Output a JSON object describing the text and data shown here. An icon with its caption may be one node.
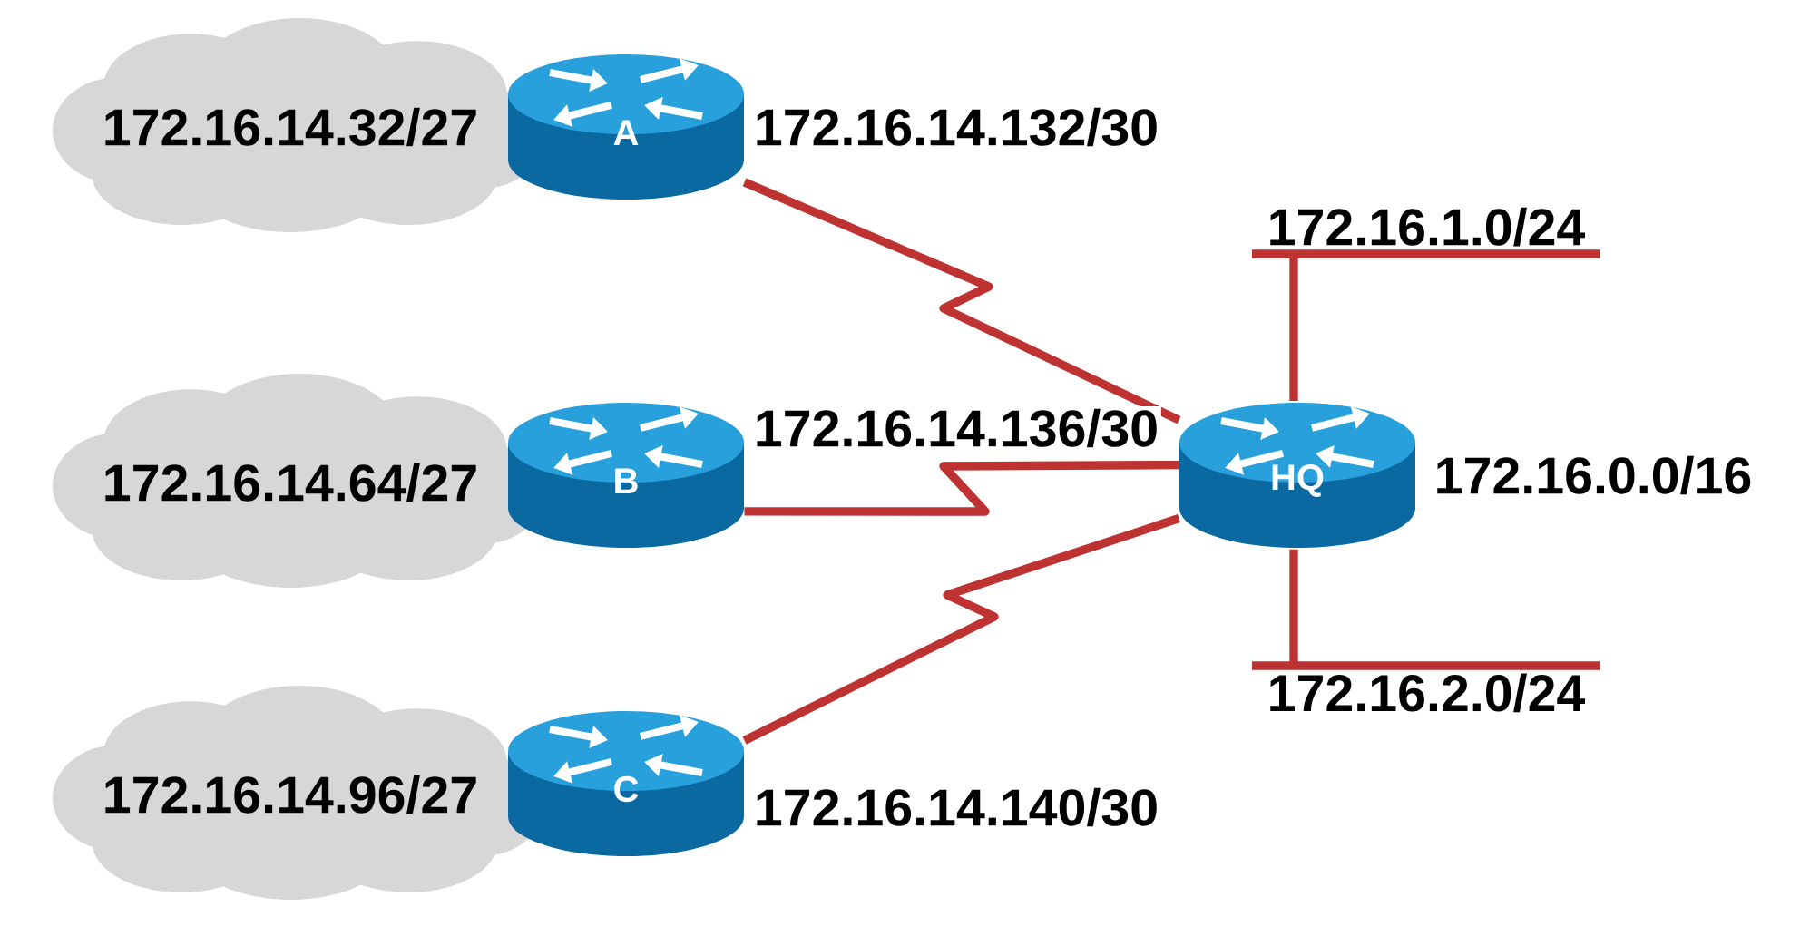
{
  "diagram": {
    "nodes": [
      {
        "text": [
          "172.16.14.32/27"
        ]
      },
      {
        "text": [
          "A"
        ]
      },
      {
        "text": [
          "172.16.14.64/27"
        ]
      },
      {
        "text": [
          "B"
        ]
      },
      {
        "text": [
          "172.16.14.96/27"
        ]
      },
      {
        "text": [
          "C"
        ]
      },
      {
        "text": [
          "HQ"
        ],
        "beside": [
          "172.16.0.0/16"
        ]
      },
      {
        "text": [
          "172.16.1.0/24"
        ]
      },
      {
        "text": [
          "172.16.2.0/24"
        ]
      }
    ],
    "edges": [
      {
        "from": 1,
        "to": 6,
        "arrow": "none",
        "label": "172.16.14.132/30"
      },
      {
        "from": 3,
        "to": 6,
        "arrow": "none",
        "label": "172.16.14.136/30"
      },
      {
        "from": 5,
        "to": 6,
        "arrow": "none",
        "label": "172.16.14.140/30"
      },
      {
        "from": 6,
        "to": 7,
        "arrow": "none"
      },
      {
        "from": 6,
        "to": 8,
        "arrow": "none"
      }
    ]
  }
}
